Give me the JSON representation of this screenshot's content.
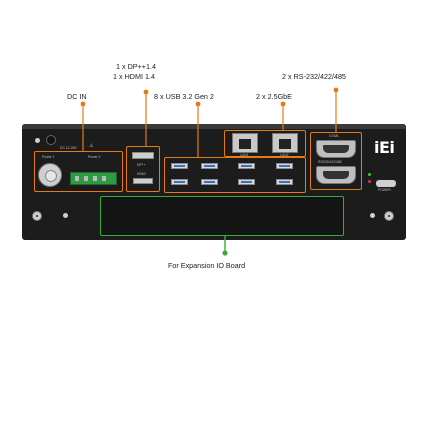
{
  "callouts": {
    "dp": "1 x DP++1.4",
    "hdmi": "1 x HDMI 1.4",
    "dc_in": "DC IN",
    "usb": "8 x USB 3.2 Gen 2",
    "lan": "2 x 2.5GbE",
    "rs": "2 x RS-232/422/485",
    "expansion": "For Expansion IO Board"
  },
  "panel_labels": {
    "power1": "Power 1",
    "power2": "Power 2",
    "dc_range": "DC 12-28V",
    "dp": "DP++",
    "hdmi": "HDMI",
    "lan1": "LAN1",
    "lan2": "LAN2",
    "com1": "COM1",
    "com": "RS232/422/485",
    "power_btn": "POWER",
    "logo": "iEi"
  },
  "colors": {
    "callout_line": "#e67a14",
    "callout_dot": "#e67a14",
    "expansion_line": "#3ea83e",
    "chassis": "#1c1c1c"
  }
}
